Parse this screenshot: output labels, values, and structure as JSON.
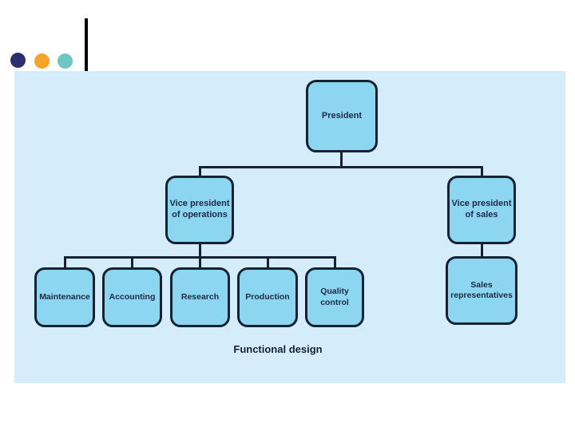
{
  "slide": {
    "bullets": [
      {
        "name": "navy-dot",
        "color": "#2b2f6e"
      },
      {
        "name": "orange-dot",
        "color": "#f7a329"
      },
      {
        "name": "teal-dot",
        "color": "#6ec6c3"
      }
    ],
    "divider_color": "#000000",
    "panel_color": "#d5edfb"
  },
  "diagram": {
    "type": "org-chart",
    "caption": "Functional design",
    "box_fill": "#8dd6f2",
    "box_border": "#152232",
    "text_color": "#1b2a44",
    "nodes": [
      {
        "id": "president",
        "label": "President"
      },
      {
        "id": "vp-operations",
        "label": "Vice president\nof operations"
      },
      {
        "id": "vp-sales",
        "label": "Vice president\nof sales"
      },
      {
        "id": "maintenance",
        "label": "Maintenance"
      },
      {
        "id": "accounting",
        "label": "Accounting"
      },
      {
        "id": "research",
        "label": "Research"
      },
      {
        "id": "production",
        "label": "Production"
      },
      {
        "id": "quality-control",
        "label": "Quality\ncontrol"
      },
      {
        "id": "sales-representatives",
        "label": "Sales\nrepresentatives"
      }
    ],
    "edges": [
      {
        "from": "president",
        "to": "vp-operations"
      },
      {
        "from": "president",
        "to": "vp-sales"
      },
      {
        "from": "vp-operations",
        "to": "maintenance"
      },
      {
        "from": "vp-operations",
        "to": "accounting"
      },
      {
        "from": "vp-operations",
        "to": "research"
      },
      {
        "from": "vp-operations",
        "to": "production"
      },
      {
        "from": "vp-operations",
        "to": "quality-control"
      },
      {
        "from": "vp-sales",
        "to": "sales-representatives"
      }
    ]
  }
}
